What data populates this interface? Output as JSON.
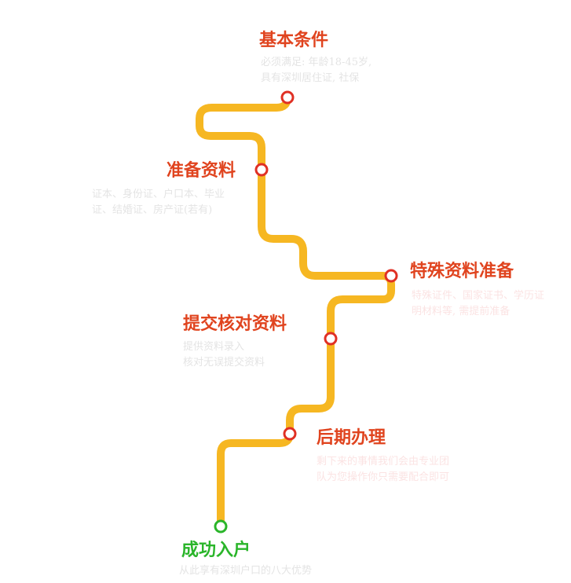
{
  "colors": {
    "path": "#f6b722",
    "step_title": "#e0441f",
    "marker_stroke": "#e03024",
    "final_title": "#2ab52a",
    "final_marker_stroke": "#2ab52a",
    "desc_gray": "#e4e4e4",
    "desc_pink": "#fbe3e3"
  },
  "steps": [
    {
      "title": "基本条件",
      "desc": [
        "必须满足: 年龄18-45岁,",
        "具有深圳居住证, 社保"
      ]
    },
    {
      "title": "准备资料",
      "desc": [
        "证本、身份证、户口本、毕业",
        "证、结婚证、房产证(若有)"
      ]
    },
    {
      "title": "特殊资料准备",
      "desc": [
        "特殊证件、国家证书、学历证",
        "明材料等, 需提前准备"
      ]
    },
    {
      "title": "提交核对资料",
      "desc": [
        "提供资料录入",
        "核对无误提交资料"
      ]
    },
    {
      "title": "后期办理",
      "desc": [
        "剩下来的事情我们会由专业团",
        "队为您操作你只需要配合即可"
      ]
    }
  ],
  "final": {
    "title": "成功入户",
    "desc": "从此享有深圳户口的八大优势"
  }
}
